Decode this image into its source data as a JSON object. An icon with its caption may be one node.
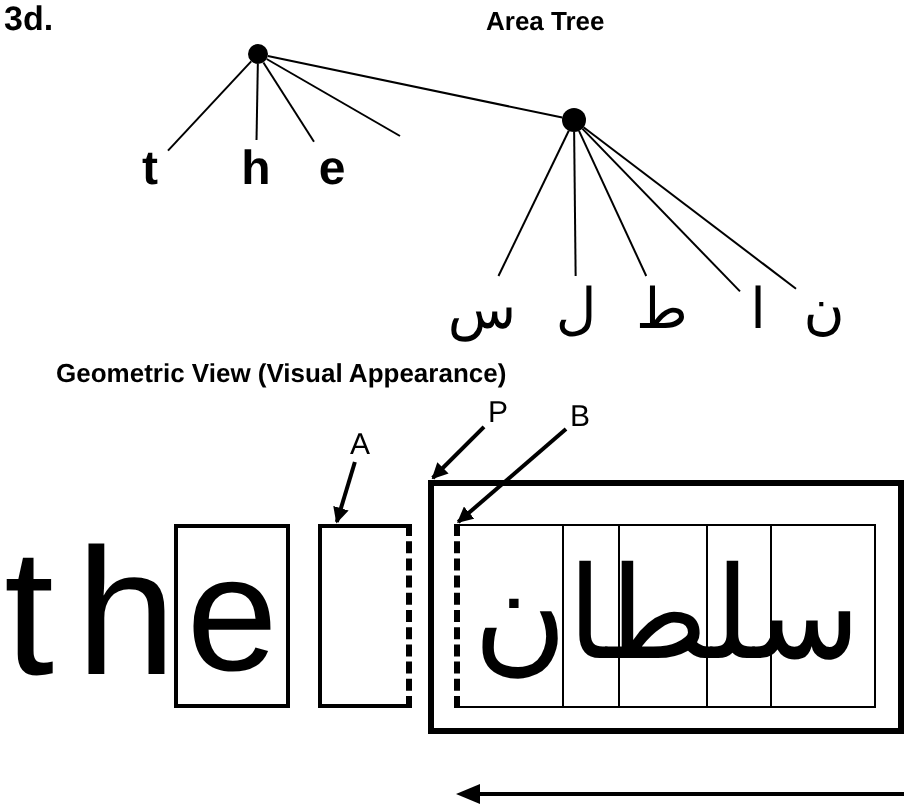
{
  "diagram": {
    "nodes": [
      {
        "text": [],
        "shape": "circle"
      },
      {
        "text": [
          "t"
        ]
      },
      {
        "text": [
          "h"
        ]
      },
      {
        "text": [
          "e"
        ]
      },
      {
        "text": [],
        "shape": "circle"
      },
      {
        "text": [
          "س"
        ]
      },
      {
        "text": [
          "ل"
        ]
      },
      {
        "text": [
          "ط"
        ]
      },
      {
        "text": [
          "ا"
        ]
      },
      {
        "text": [
          "ن"
        ]
      },
      {
        "text": [
          "A"
        ]
      },
      {
        "text": [
          "P"
        ]
      },
      {
        "text": [
          "B"
        ]
      },
      {
        "text": [
          "e"
        ]
      },
      {
        "text": [],
        "shape": "box"
      },
      {
        "text": [],
        "shape": "box"
      },
      {
        "text": [
          "سلطان"
        ],
        "in": 15
      }
    ],
    "edges": [
      {
        "from": 0,
        "to": 1,
        "arrow": "none"
      },
      {
        "from": 0,
        "to": 2,
        "arrow": "none"
      },
      {
        "from": 0,
        "to": 3,
        "arrow": "none"
      },
      {
        "from": 0,
        "to": null,
        "arrow": "none"
      },
      {
        "from": 0,
        "to": 4,
        "arrow": "none"
      },
      {
        "from": 4,
        "to": 5,
        "arrow": "none"
      },
      {
        "from": 4,
        "to": 6,
        "arrow": "none"
      },
      {
        "from": 4,
        "to": 7,
        "arrow": "none"
      },
      {
        "from": 4,
        "to": 8,
        "arrow": "none"
      },
      {
        "from": 4,
        "to": 9,
        "arrow": "none"
      },
      {
        "from": 10,
        "to": 14,
        "arrow": "to"
      },
      {
        "from": 11,
        "to": 15,
        "arrow": "to"
      },
      {
        "from": 12,
        "to": 16,
        "arrow": "to"
      }
    ],
    "labels": [
      "3d.",
      "Area Tree",
      "Geometric View (Visual Appearance)",
      "t",
      "h"
    ]
  }
}
